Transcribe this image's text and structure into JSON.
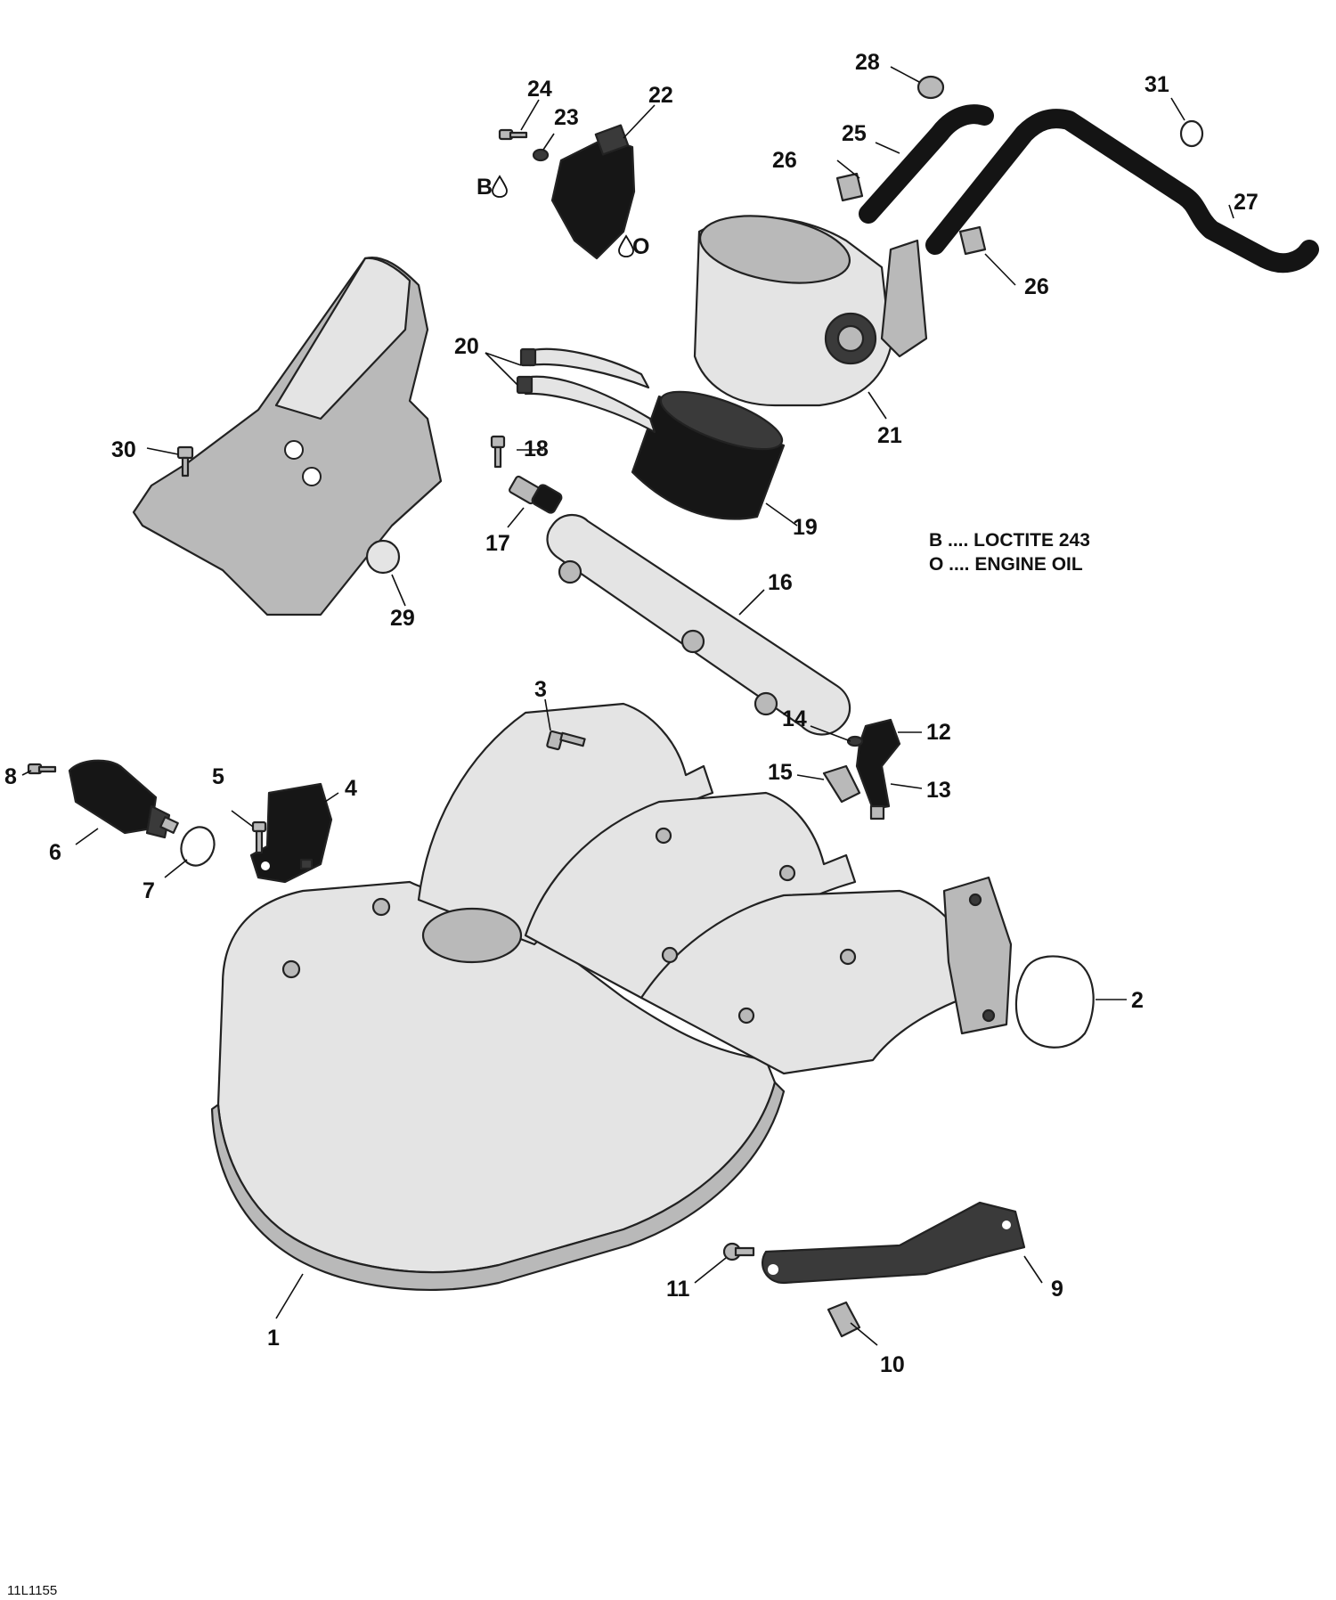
{
  "diagram": {
    "callouts": [
      {
        "id": "1",
        "label": "1"
      },
      {
        "id": "2",
        "label": "2"
      },
      {
        "id": "3",
        "label": "3"
      },
      {
        "id": "4",
        "label": "4"
      },
      {
        "id": "5",
        "label": "5"
      },
      {
        "id": "6",
        "label": "6"
      },
      {
        "id": "7",
        "label": "7"
      },
      {
        "id": "8",
        "label": "8"
      },
      {
        "id": "9",
        "label": "9"
      },
      {
        "id": "10",
        "label": "10"
      },
      {
        "id": "11",
        "label": "11"
      },
      {
        "id": "12",
        "label": "12"
      },
      {
        "id": "13",
        "label": "13"
      },
      {
        "id": "14",
        "label": "14"
      },
      {
        "id": "15",
        "label": "15"
      },
      {
        "id": "16",
        "label": "16"
      },
      {
        "id": "17",
        "label": "17"
      },
      {
        "id": "18",
        "label": "18"
      },
      {
        "id": "19",
        "label": "19"
      },
      {
        "id": "20",
        "label": "20"
      },
      {
        "id": "21",
        "label": "21"
      },
      {
        "id": "22",
        "label": "22"
      },
      {
        "id": "23",
        "label": "23"
      },
      {
        "id": "24",
        "label": "24"
      },
      {
        "id": "25",
        "label": "25"
      },
      {
        "id": "26a",
        "label": "26"
      },
      {
        "id": "26b",
        "label": "26"
      },
      {
        "id": "27",
        "label": "27"
      },
      {
        "id": "28",
        "label": "28"
      },
      {
        "id": "29",
        "label": "29"
      },
      {
        "id": "30",
        "label": "30"
      },
      {
        "id": "31",
        "label": "31"
      }
    ],
    "markers": [
      {
        "id": "B",
        "label": "B"
      },
      {
        "id": "O",
        "label": "O"
      }
    ],
    "legend": [
      {
        "line": "B .... LOCTITE 243"
      },
      {
        "line": "O .... ENGINE OIL"
      }
    ],
    "drawing_code": "11L1155"
  }
}
